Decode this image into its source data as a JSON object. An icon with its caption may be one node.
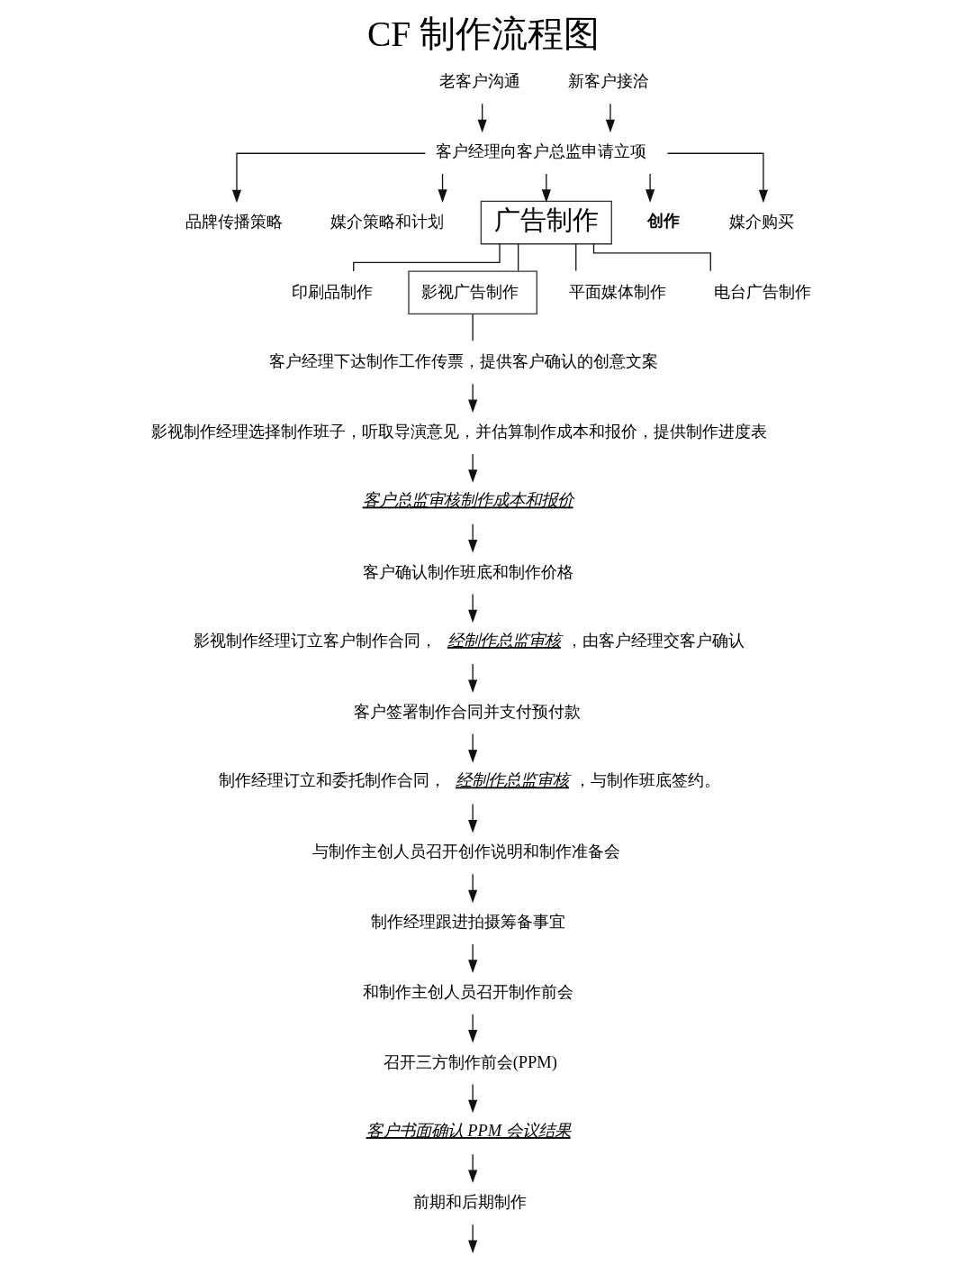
{
  "diagram": {
    "title": "CF 制作流程图",
    "nodes": [
      {
        "text": [
          "老客户沟通"
        ]
      },
      {
        "text": [
          "新客户接洽"
        ]
      },
      {
        "text": [
          "客户经理向客户总监申请立项"
        ]
      },
      {
        "text": [
          "品牌传播策略"
        ]
      },
      {
        "text": [
          "媒介策略和计划"
        ]
      },
      {
        "text": [
          "广告制作"
        ]
      },
      {
        "text": [
          "创作"
        ]
      },
      {
        "text": [
          "媒介购买"
        ]
      },
      {
        "text": [
          "印刷品制作"
        ]
      },
      {
        "text": [
          "影视广告制作"
        ]
      },
      {
        "text": [
          "平面媒体制作"
        ]
      },
      {
        "text": [
          "电台广告制作"
        ]
      },
      {
        "text": [
          "客户经理下达制作工作传票，提供客户确认的创意文案"
        ]
      },
      {
        "text": [
          "影视制作经理选择制作班子，听取导演意见，并估算制作成本和报价，提供制作进度表"
        ]
      },
      {
        "text": [
          "客户总监审核制作成本和报价"
        ]
      },
      {
        "text": [
          "客户确认制作班底和制作价格"
        ]
      },
      {
        "text": [
          "影视制作经理订立客户制作合同，*经制作总监审核*，由客户经理交客户确认"
        ]
      },
      {
        "text": [
          "客户签署制作合同并支付预付款"
        ]
      },
      {
        "text": [
          "制作经理订立和委托制作合同，*经制作总监审核*，与制作班底签约。"
        ]
      },
      {
        "text": [
          "与制作主创人员召开创作说明和制作准备会"
        ]
      },
      {
        "text": [
          "制作经理跟进拍摄筹备事宜"
        ]
      },
      {
        "text": [
          "和制作主创人员召开制作前会"
        ]
      },
      {
        "text": [
          "召开三方制作前会(PPM)"
        ]
      },
      {
        "text": [
          "客户书面确认 PPM 会议结果"
        ]
      },
      {
        "text": [
          "前期和后期制作"
        ]
      }
    ],
    "edges": [
      {
        "from": 0,
        "to": 2,
        "arrow": "to"
      },
      {
        "from": 1,
        "to": 2,
        "arrow": "to"
      },
      {
        "from": 2,
        "to": 3,
        "arrow": "to"
      },
      {
        "from": 2,
        "to": 4,
        "arrow": "to"
      },
      {
        "from": 2,
        "to": 5,
        "arrow": "to"
      },
      {
        "from": 2,
        "to": 6,
        "arrow": "to"
      },
      {
        "from": 2,
        "to": 7,
        "arrow": "to"
      },
      {
        "from": 5,
        "to": 8,
        "arrow": "none"
      },
      {
        "from": 5,
        "to": 9,
        "arrow": "none"
      },
      {
        "from": 5,
        "to": 10,
        "arrow": "none"
      },
      {
        "from": 5,
        "to": 11,
        "arrow": "none"
      },
      {
        "from": 9,
        "to": 12,
        "arrow": "none"
      },
      {
        "from": 12,
        "to": 13,
        "arrow": "to"
      },
      {
        "from": 13,
        "to": 14,
        "arrow": "to"
      },
      {
        "from": 14,
        "to": 15,
        "arrow": "to"
      },
      {
        "from": 15,
        "to": 16,
        "arrow": "to"
      },
      {
        "from": 16,
        "to": 17,
        "arrow": "to"
      },
      {
        "from": 17,
        "to": 18,
        "arrow": "to"
      },
      {
        "from": 18,
        "to": 19,
        "arrow": "to"
      },
      {
        "from": 19,
        "to": 20,
        "arrow": "to"
      },
      {
        "from": 20,
        "to": 21,
        "arrow": "to"
      },
      {
        "from": 21,
        "to": 22,
        "arrow": "to"
      },
      {
        "from": 22,
        "to": 23,
        "arrow": "to"
      },
      {
        "from": 23,
        "to": 24,
        "arrow": "to"
      },
      {
        "from": 24,
        "to": null,
        "arrow": "to"
      }
    ]
  }
}
